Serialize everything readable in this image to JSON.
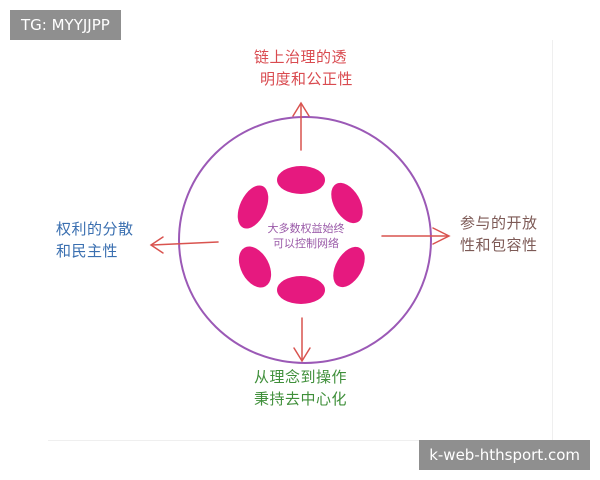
{
  "watermarks": {
    "top": "TG: MYYJJPP",
    "bottom": "k-web-hthsport.com"
  },
  "labels": {
    "top_line1": "链上治理的透",
    "top_line2": "明度和公正性",
    "left_line1": "权利的分散",
    "left_line2": "和民主性",
    "right_line1": "参与的开放",
    "right_line2": "性和包容性",
    "bottom_line1": "从理念到操作",
    "bottom_line2": "秉持去中心化"
  },
  "center": {
    "line1": "大多数权益始终",
    "line2": "可以控制网络"
  },
  "colors": {
    "circle": "#9b59b6",
    "arrow": "#d9534f",
    "dot": "#e6197f",
    "top_label": "#d94b50",
    "left_label": "#3a6fb0",
    "right_label": "#7d5a56",
    "bottom_label": "#3f8f3a"
  }
}
